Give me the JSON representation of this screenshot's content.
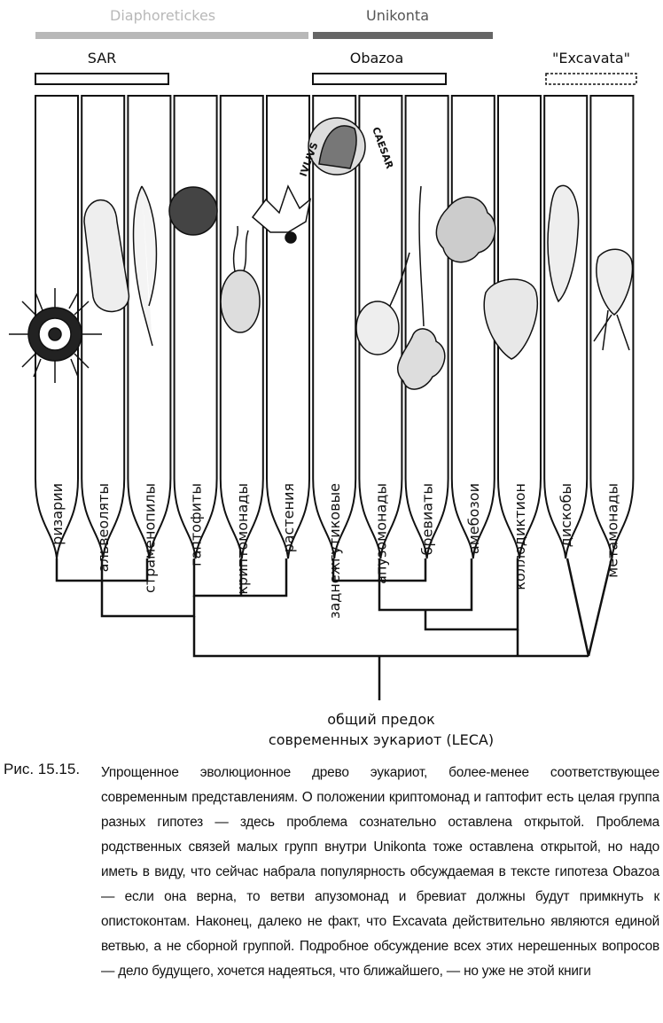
{
  "supergroups": [
    {
      "name": "Diaphoretickes",
      "color": "#b8b8b8"
    },
    {
      "name": "Unikonta",
      "color": "#666666"
    }
  ],
  "groups": [
    {
      "name": "SAR",
      "style": "solid"
    },
    {
      "name": "Obazoa",
      "style": "solid"
    },
    {
      "name": "\"Excavata\"",
      "style": "dashed"
    }
  ],
  "taxa": [
    "ризарии",
    "альвеоляты",
    "страменопилы",
    "гаптофиты",
    "криптомонады",
    "растения",
    "заднежгутиковые",
    "апузомонады",
    "бревиаты",
    "амебозои",
    "коллодиктион",
    "дискобы",
    "метамонады"
  ],
  "coin": {
    "left_text": "IVLIVS",
    "right_text": "CAESAR"
  },
  "root_label": {
    "line1": "общий предок",
    "line2": "современных эукариот (LECA)"
  },
  "caption": {
    "prefix": "Рис. 15.15.",
    "text": "Упрощенное эволюционное древо эукариот, более-менее соответствующее современным представлениям. О положении криптомонад и гаптофит есть целая группа разных гипотез — здесь проблема сознательно оставлена открытой. Проблема родственных связей малых групп внутри Unikonta тоже оставлена открытой, но надо иметь в виду, что сейчас набрала популярность обсуждаемая в тексте гипотеза Obazoa — если она верна, то ветви апузомонад и бревиат должны будут примкнуть к опистоконтам. Наконец, далеко не факт, что Excavata действительно являются единой ветвью, а не сборной группой. Подробное обсуждение всех этих нерешенных вопросов — дело будущего, хочется надеяться, что ближайшего, — но уже не этой книги"
  }
}
